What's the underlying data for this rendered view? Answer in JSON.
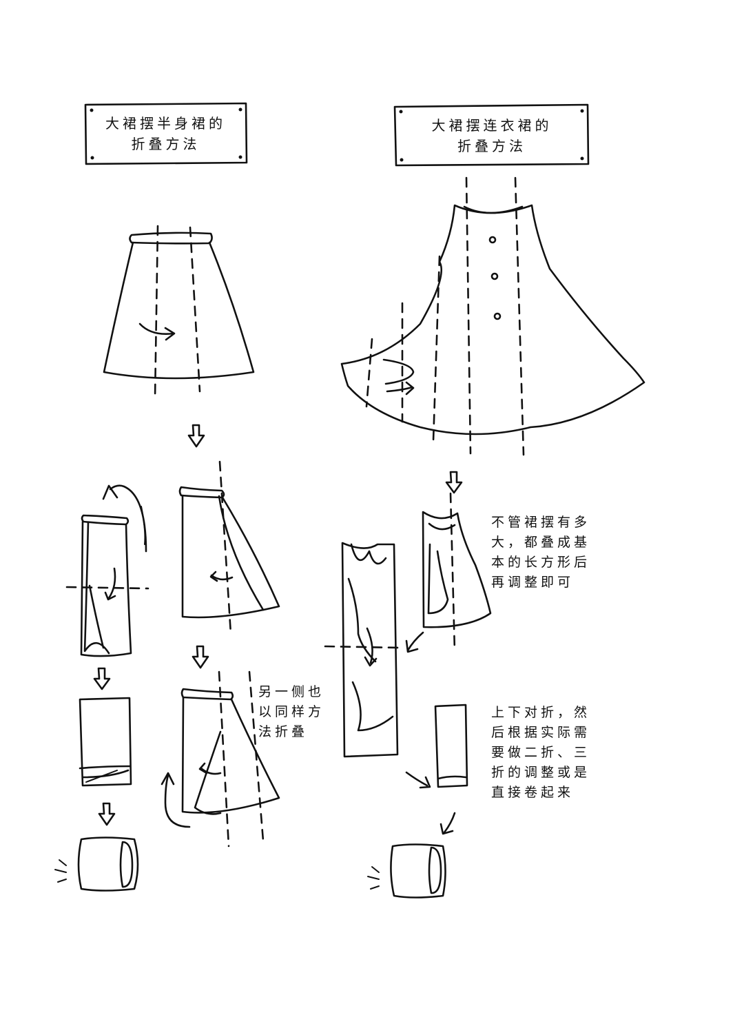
{
  "left_section": {
    "title_line1": "大裙摆半身裙的",
    "title_line2": "折叠方法",
    "note": [
      "另一侧也",
      "以同样方",
      "法折叠"
    ]
  },
  "right_section": {
    "title_line1": "大裙摆连衣裙的",
    "title_line2": "折叠方法",
    "note_basic": [
      "不管裙摆有多",
      "大，都叠成基",
      "本的长方形后",
      "再调整即可"
    ],
    "note_fold": [
      "上下对折，然",
      "后根据实际需",
      "要做二折、三",
      "折的调整或是",
      "直接卷起来"
    ]
  }
}
